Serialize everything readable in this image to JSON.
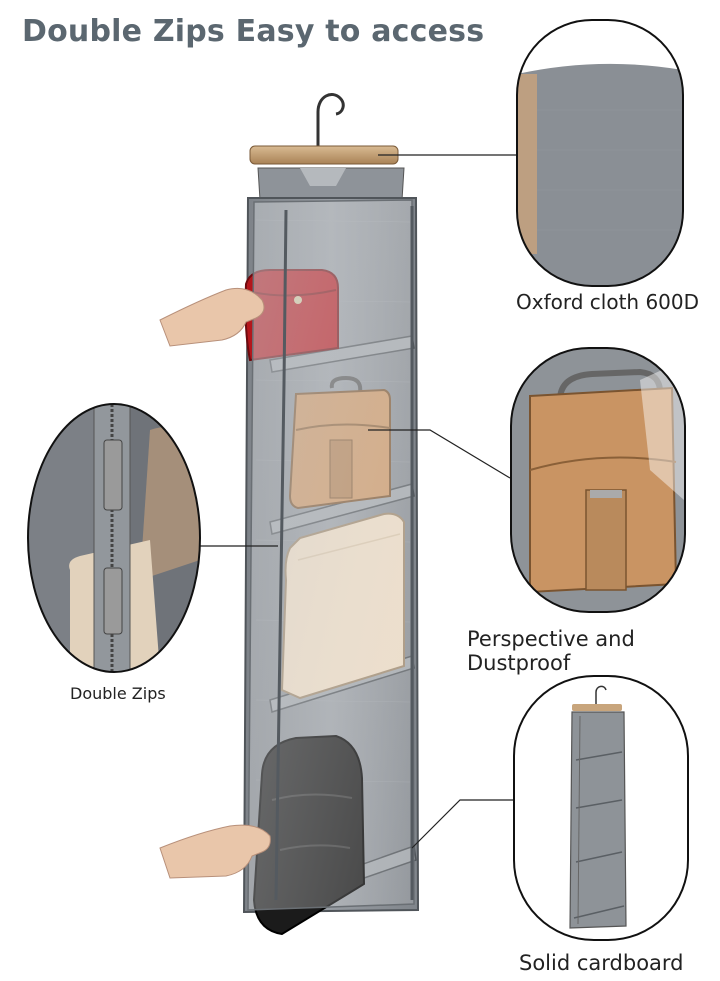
{
  "title": "Double Zips Easy to access",
  "callouts": {
    "oxford": "Oxford cloth 600D",
    "perspective": "Perspective and Dustproof",
    "zips": "Double Zips",
    "cardboard": "Solid cardboard"
  },
  "colors": {
    "fabric": "#8b9096",
    "fabric_dark": "#6e7379",
    "outline": "#1a1a1a",
    "text": "#222222",
    "title": "#5b6770",
    "red_bag": "#b4161c",
    "tan_bag": "#c99463",
    "cream_bag": "#ead8c0",
    "black_bag": "#1b1b1b",
    "wood": "#c8a57c"
  }
}
